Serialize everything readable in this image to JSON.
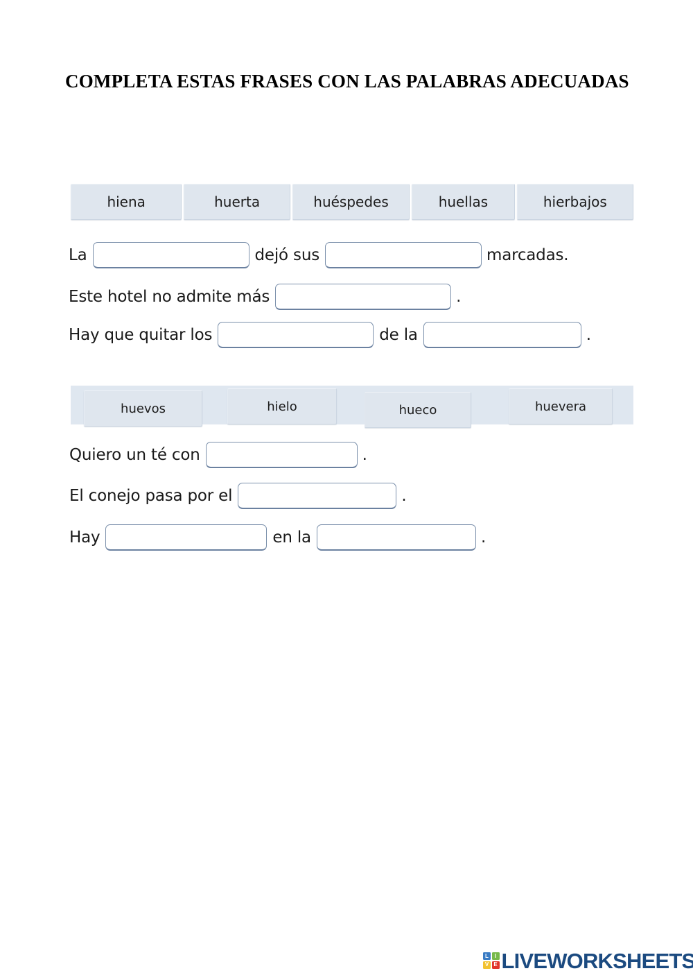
{
  "title": "COMPLETA ESTAS FRASES CON LAS PALABRAS ADECUADAS",
  "word_banks": [
    {
      "id": "word-bank-1",
      "words": [
        "hiena",
        "huerta",
        "huéspedes",
        "huellas",
        "hierbajos"
      ]
    },
    {
      "id": "word-bank-2",
      "words": [
        "huevos",
        "hielo",
        "hueco",
        "huevera"
      ]
    }
  ],
  "sentences": [
    {
      "id": "sentence-1",
      "pre": "La",
      "mid": "dejó sus",
      "post": "marcadas.",
      "blank1_value": "",
      "blank2_value": ""
    },
    {
      "id": "sentence-2",
      "pre": "Este hotel no admite más",
      "post": ".",
      "blank1_value": ""
    },
    {
      "id": "sentence-3",
      "pre": "Hay que quitar los",
      "mid": "de la",
      "post": ".",
      "blank1_value": "",
      "blank2_value": ""
    },
    {
      "id": "sentence-4",
      "pre": "Quiero un té con",
      "post": ".",
      "blank1_value": ""
    },
    {
      "id": "sentence-5",
      "pre": "El conejo pasa por el",
      "post": ".",
      "blank1_value": ""
    },
    {
      "id": "sentence-6",
      "pre": "Hay",
      "mid": "en la",
      "post": ".",
      "blank1_value": "",
      "blank2_value": ""
    }
  ],
  "footer": {
    "logo_tiles": [
      "L",
      "I",
      "V",
      "E"
    ],
    "logo_text": "LIVEWORKSHEETS",
    "logo_color": "#1b4a80"
  }
}
